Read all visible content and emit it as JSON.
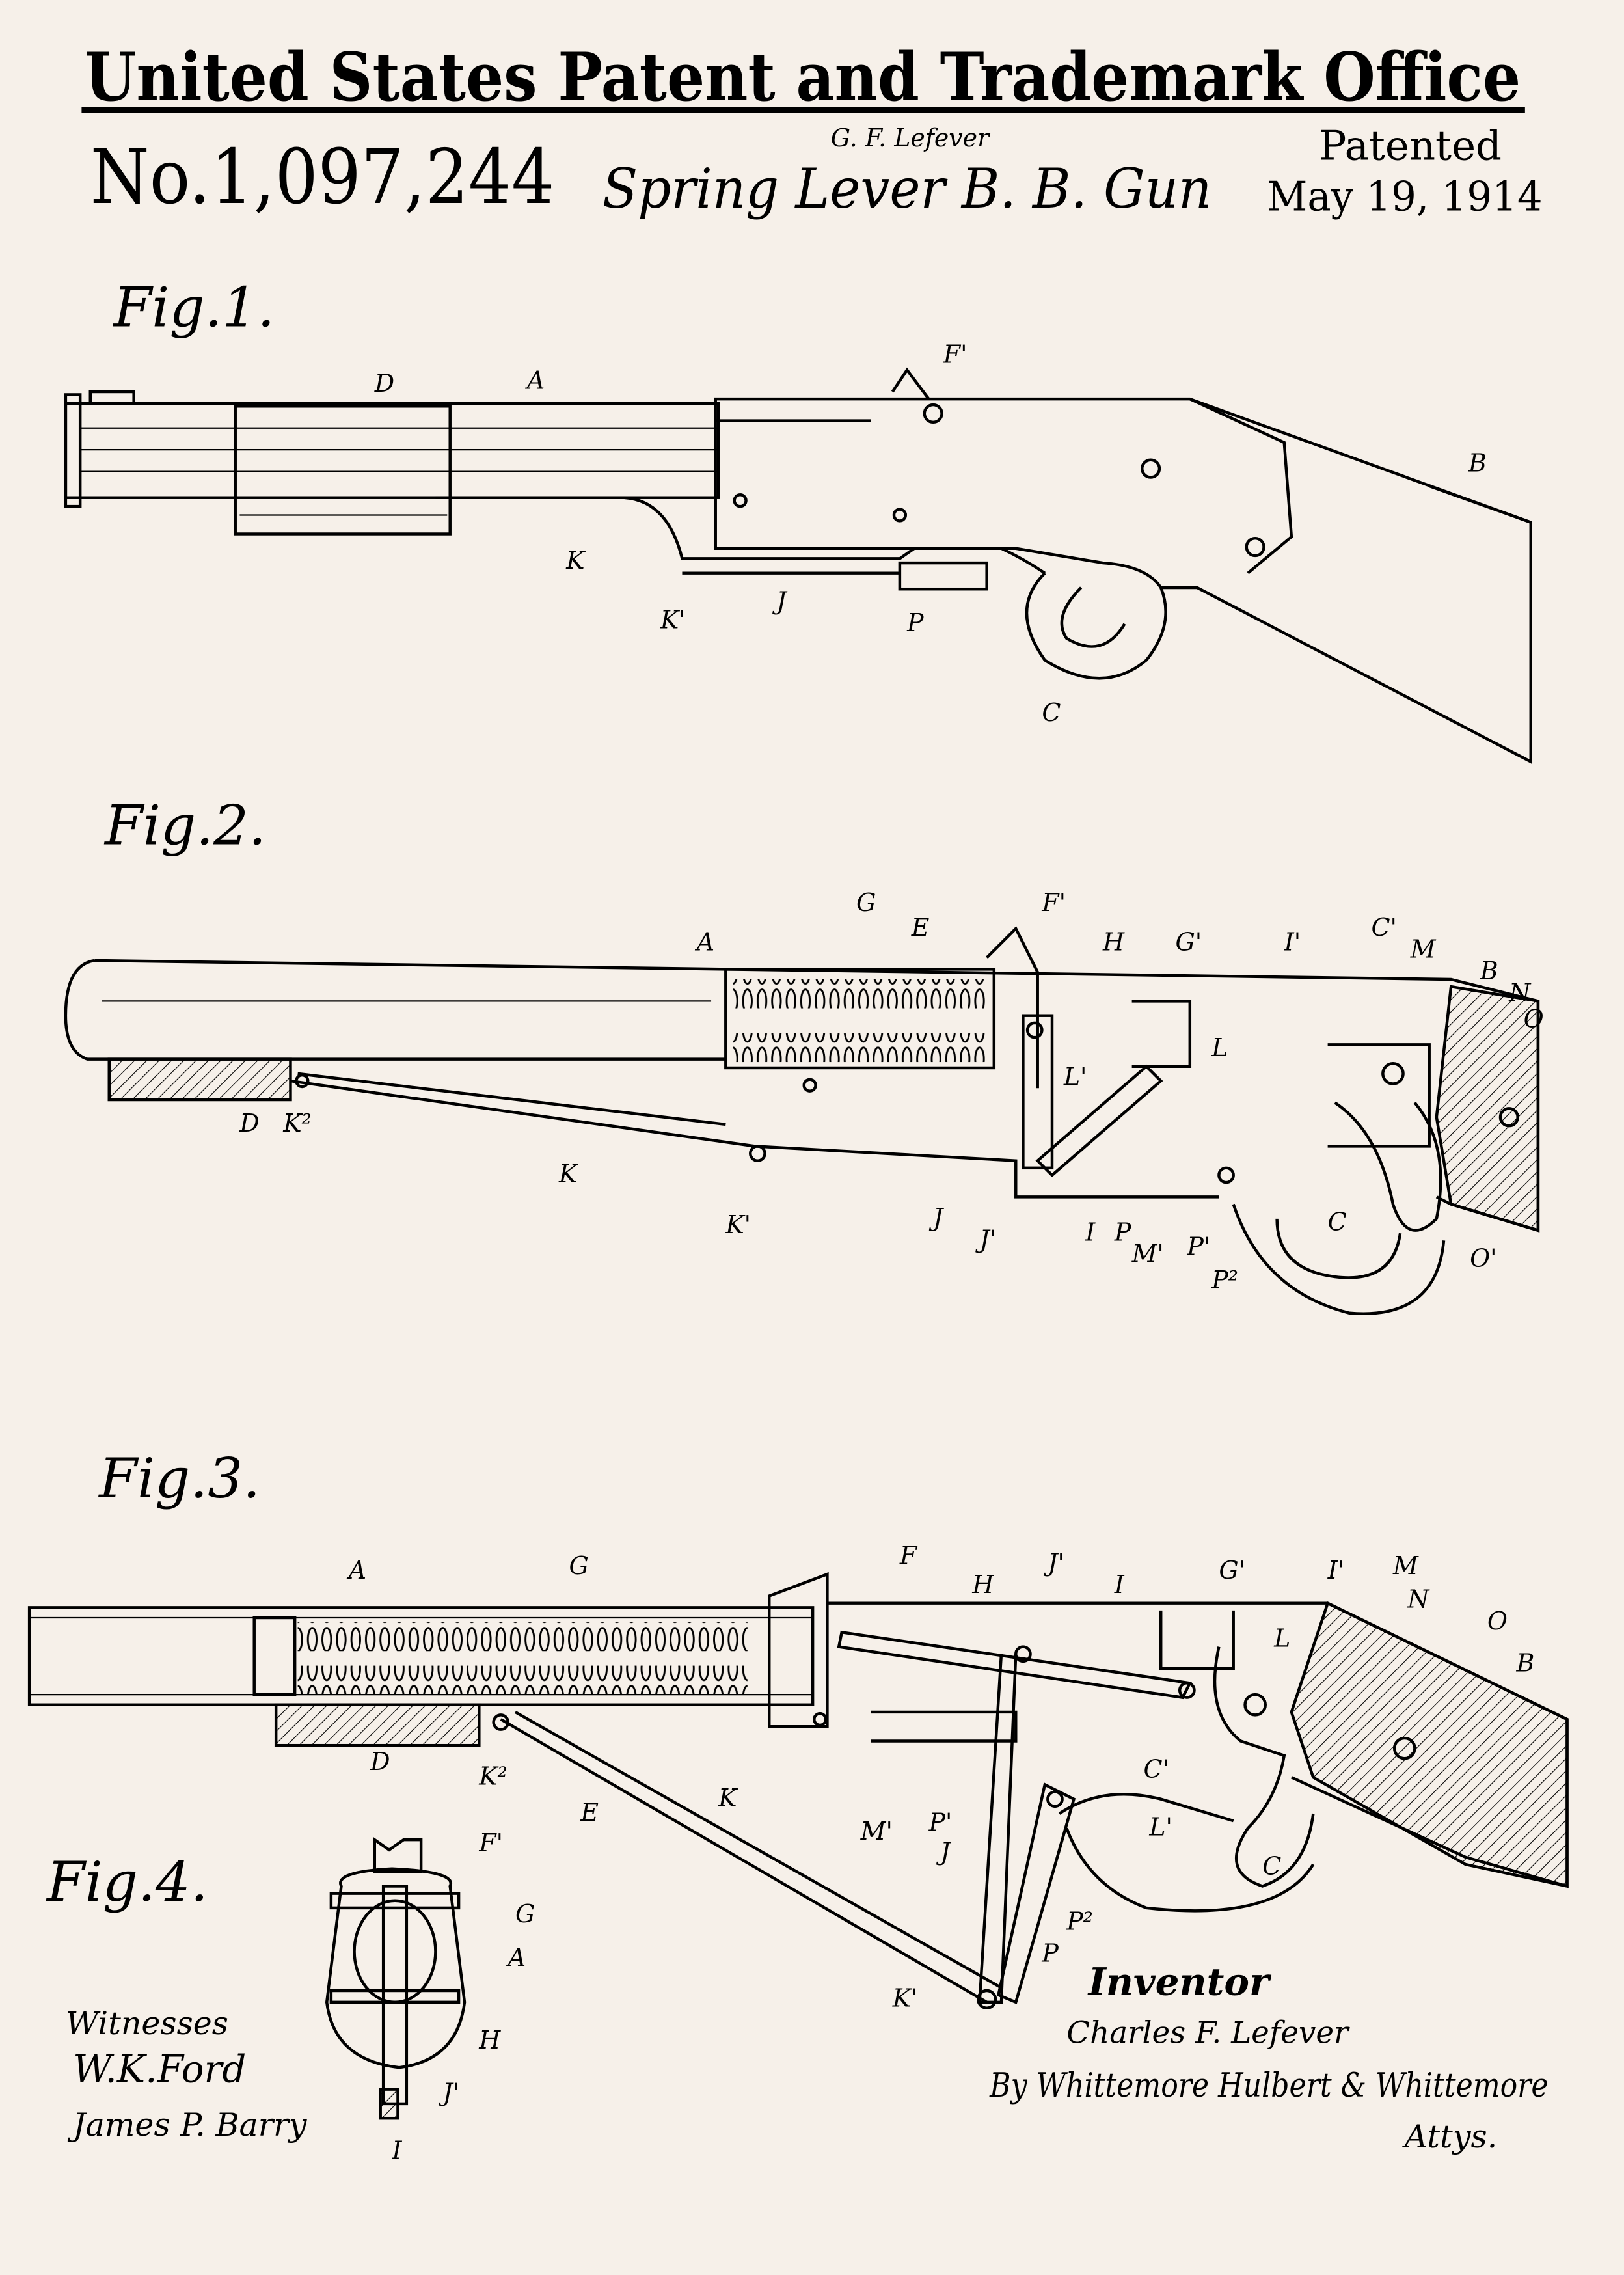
{
  "header": {
    "office_title": "United States Patent and Trademark Office",
    "patent_number": "No.1,097,244",
    "inventor_short": "G. F. Lefever",
    "invention_title": "Spring Lever B. B. Gun",
    "patented_label": "Patented",
    "patent_date": "May 19, 1914"
  },
  "fig1": {
    "title": "Fig.1.",
    "labels": [
      "D",
      "A",
      "F'",
      "B",
      "K",
      "K'",
      "J",
      "P",
      "C"
    ]
  },
  "fig2": {
    "title": "Fig.2.",
    "labels": [
      "A",
      "G",
      "E",
      "F'",
      "H",
      "G'",
      "I'",
      "C'",
      "M",
      "B",
      "N",
      "O",
      "D",
      "K²",
      "K",
      "K'",
      "L'",
      "L",
      "J",
      "J'",
      "I",
      "P",
      "M'",
      "P'",
      "P²",
      "C",
      "O'"
    ]
  },
  "fig3": {
    "title": "Fig.3.",
    "labels": [
      "A",
      "G",
      "F",
      "H",
      "J'",
      "I",
      "G'",
      "I'",
      "M",
      "N",
      "O",
      "B",
      "D",
      "K²",
      "E",
      "K",
      "L",
      "C'",
      "L'",
      "M'",
      "P'",
      "J",
      "P²",
      "C",
      "P",
      "K'"
    ]
  },
  "fig4": {
    "title": "Fig.4.",
    "labels": [
      "F'",
      "G",
      "A",
      "H",
      "J'",
      "I"
    ]
  },
  "signatures": {
    "witnesses_label": "Witnesses",
    "witness_1": "W.K.Ford",
    "witness_2": "James P. Barry",
    "inventor_label": "Inventor",
    "inventor_name": "Charles F. Lefever",
    "attorneys": "By Whittemore Hulbert & Whittemore",
    "attys_label": "Attys."
  }
}
